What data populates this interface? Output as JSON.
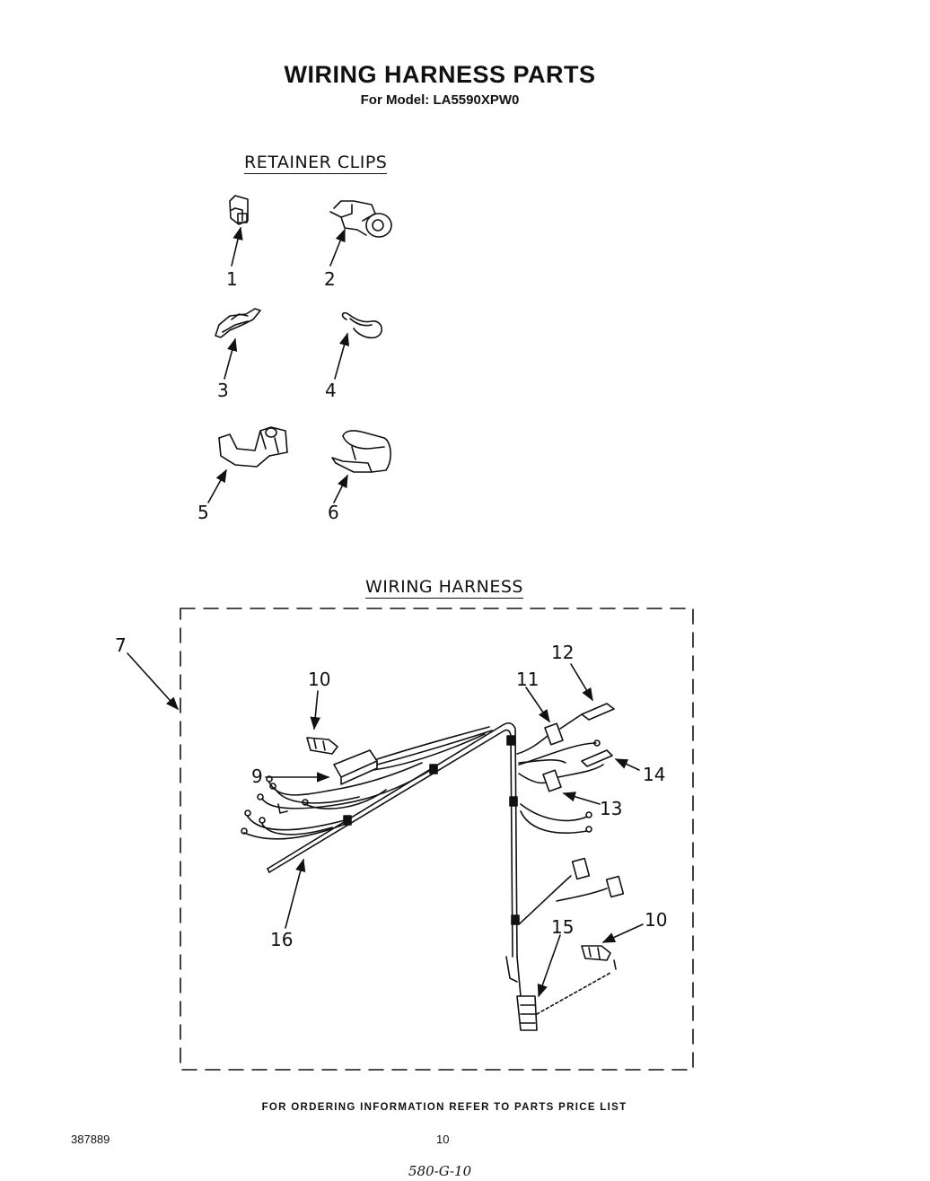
{
  "header": {
    "title": "WIRING HARNESS PARTS",
    "model": "For Model: LA5590XPW0"
  },
  "sections": {
    "retainer_clips": "RETAINER CLIPS",
    "wiring_harness": "WIRING HARNESS"
  },
  "callouts": {
    "c1": "1",
    "c2": "2",
    "c3": "3",
    "c4": "4",
    "c5": "5",
    "c6": "6",
    "c7": "7",
    "c9": "9",
    "c10a": "10",
    "c10b": "10",
    "c11": "11",
    "c12": "12",
    "c13": "13",
    "c14": "14",
    "c15": "15",
    "c16": "16"
  },
  "footer": {
    "ordering": "FOR ORDERING INFORMATION REFER TO PARTS PRICE LIST",
    "doc_number": "387889",
    "page_number": "10",
    "handwritten": "580-G-10"
  },
  "colors": {
    "ink": "#111111",
    "paper": "#ffffff"
  }
}
